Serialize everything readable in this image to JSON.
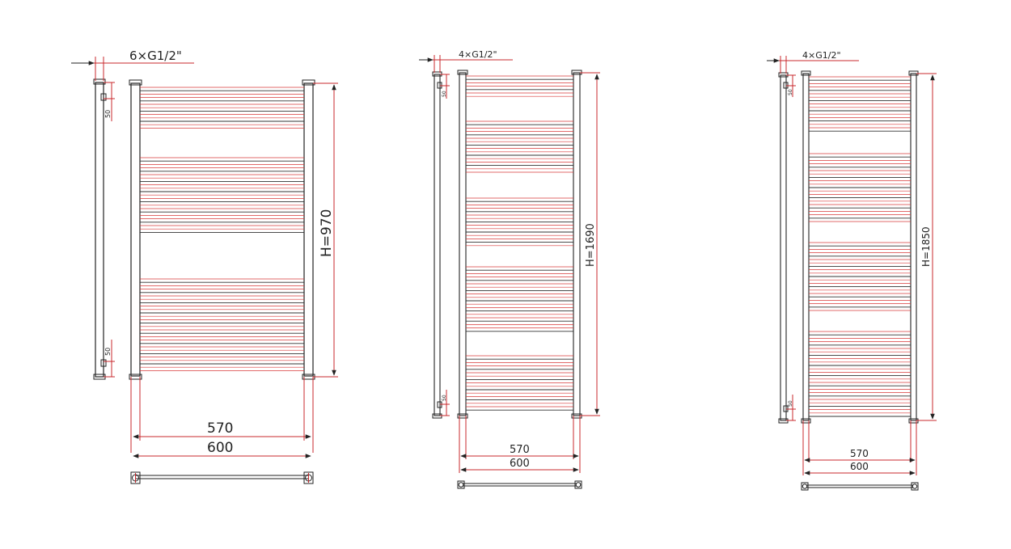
{
  "colors": {
    "outline": "#222222",
    "dimension": "#c8282c",
    "rail_red": "#d93a3a",
    "rail_dark": "#333333"
  },
  "radiators": [
    {
      "id": "h970",
      "connection_label": "6×G1/2\"",
      "height_label": "H=970",
      "width_inner_label": "570",
      "width_outer_label": "600",
      "pipe_offset_top": "50",
      "pipe_offset_bottom": "50"
    },
    {
      "id": "h1690",
      "connection_label": "4×G1/2\"",
      "height_label": "H=1690",
      "width_inner_label": "570",
      "width_outer_label": "600",
      "pipe_offset_top": "50",
      "pipe_offset_bottom": "50"
    },
    {
      "id": "h1850",
      "connection_label": "4×G1/2\"",
      "height_label": "H=1850",
      "width_inner_label": "570",
      "width_outer_label": "600",
      "pipe_offset_top": "50",
      "pipe_offset_bottom": "50"
    }
  ]
}
